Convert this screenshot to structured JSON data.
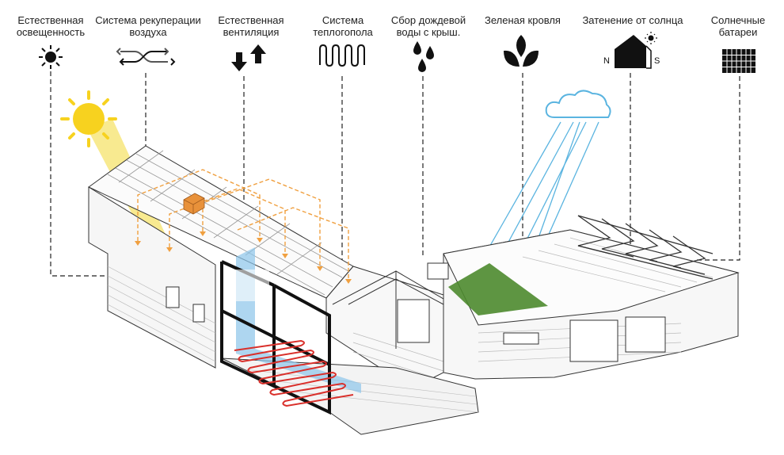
{
  "features": [
    {
      "id": "daylight",
      "line1": "Естественная",
      "line2": "освещенность",
      "icon": "sun-icon"
    },
    {
      "id": "recuperation",
      "line1": "Система рекуперации",
      "line2": "воздуха",
      "icon": "heat-recovery-icon"
    },
    {
      "id": "ventilation",
      "line1": "Естественная",
      "line2": "вентиляция",
      "icon": "ventilation-arrows-icon"
    },
    {
      "id": "floor-heating",
      "line1": "Система",
      "line2": "теплогопола",
      "icon": "heating-coil-icon"
    },
    {
      "id": "rainwater",
      "line1": "Сбор дождевой",
      "line2": "воды с крыш.",
      "icon": "water-drops-icon"
    },
    {
      "id": "green-roof",
      "line1": "Зеленая кровля",
      "line2": "",
      "icon": "leaf-icon"
    },
    {
      "id": "shading",
      "line1": "Затенение от солнца",
      "line2": "",
      "icon": "shaded-house-icon"
    },
    {
      "id": "solar",
      "line1": "Солнечные",
      "line2": "батареи",
      "icon": "solar-panel-icon"
    }
  ],
  "compass": {
    "north": "N",
    "south": "S"
  },
  "colors": {
    "sun": "#f7d21f",
    "sun_beam": "#f5e36b",
    "duct": "#f0a040",
    "recuperator": "#e8913a",
    "vent": "#8cc4ea",
    "rain": "#5ab4e0",
    "heating": "#d9302b",
    "green_roof": "#4c8a2e",
    "line": "#333333"
  }
}
